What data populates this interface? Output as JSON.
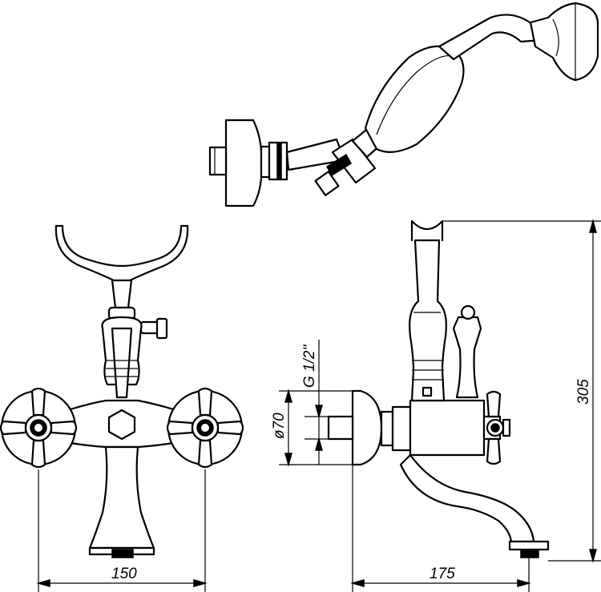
{
  "dimensions": {
    "width_front": "150",
    "depth_side": "175",
    "height_total": "305",
    "thread": "G 1/2\"",
    "flange_diameter": "ø70"
  },
  "colors": {
    "line": "#000000",
    "background": "#ffffff"
  }
}
